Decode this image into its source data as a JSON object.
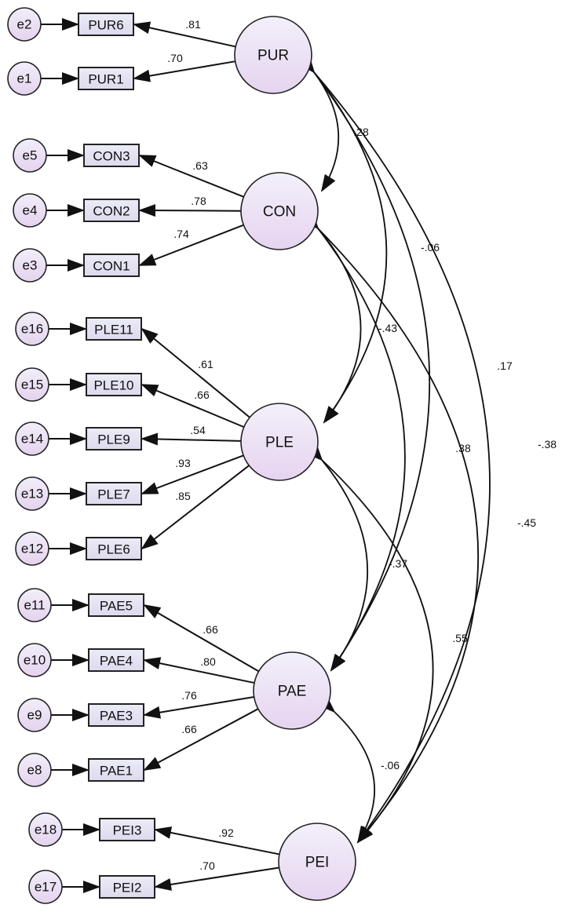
{
  "latents": [
    {
      "id": "PUR",
      "label": "PUR"
    },
    {
      "id": "CON",
      "label": "CON"
    },
    {
      "id": "PLE",
      "label": "PLE"
    },
    {
      "id": "PAE",
      "label": "PAE"
    },
    {
      "id": "PEI",
      "label": "PEI"
    }
  ],
  "indicators": [
    {
      "label": "PUR6",
      "error": "e2",
      "latent": "PUR",
      "loading": ".81"
    },
    {
      "label": "PUR1",
      "error": "e1",
      "latent": "PUR",
      "loading": ".70"
    },
    {
      "label": "CON3",
      "error": "e5",
      "latent": "CON",
      "loading": ".63"
    },
    {
      "label": "CON2",
      "error": "e4",
      "latent": "CON",
      "loading": ".78"
    },
    {
      "label": "CON1",
      "error": "e3",
      "latent": "CON",
      "loading": ".74"
    },
    {
      "label": "PLE11",
      "error": "e16",
      "latent": "PLE",
      "loading": ".61"
    },
    {
      "label": "PLE10",
      "error": "e15",
      "latent": "PLE",
      "loading": ".66"
    },
    {
      "label": "PLE9",
      "error": "e14",
      "latent": "PLE",
      "loading": ".54"
    },
    {
      "label": "PLE7",
      "error": "e13",
      "latent": "PLE",
      "loading": ".93"
    },
    {
      "label": "PLE6",
      "error": "e12",
      "latent": "PLE",
      "loading": ".85"
    },
    {
      "label": "PAE5",
      "error": "e11",
      "latent": "PAE",
      "loading": ".66"
    },
    {
      "label": "PAE4",
      "error": "e10",
      "latent": "PAE",
      "loading": ".80"
    },
    {
      "label": "PAE3",
      "error": "e9",
      "latent": "PAE",
      "loading": ".76"
    },
    {
      "label": "PAE1",
      "error": "e8",
      "latent": "PAE",
      "loading": ".66"
    },
    {
      "label": "PEI3",
      "error": "e18",
      "latent": "PEI",
      "loading": ".92"
    },
    {
      "label": "PEI2",
      "error": "e17",
      "latent": "PEI",
      "loading": ".70"
    }
  ],
  "covariances": [
    {
      "from": "PUR",
      "to": "CON",
      "value": ".28"
    },
    {
      "from": "PUR",
      "to": "PLE",
      "value": "-.06"
    },
    {
      "from": "PUR",
      "to": "PAE",
      "value": ".17"
    },
    {
      "from": "PUR",
      "to": "PEI",
      "value": "-.38"
    },
    {
      "from": "CON",
      "to": "PLE",
      "value": "-.43"
    },
    {
      "from": "CON",
      "to": "PAE",
      "value": ".38"
    },
    {
      "from": "CON",
      "to": "PEI",
      "value": "-.45"
    },
    {
      "from": "PLE",
      "to": "PAE",
      "value": "-.37"
    },
    {
      "from": "PLE",
      "to": "PEI",
      "value": ".55"
    },
    {
      "from": "PAE",
      "to": "PEI",
      "value": "-.06"
    }
  ],
  "colors": {
    "node_fill_top": "#f4f0fb",
    "node_fill_bottom": "#e6d6f0",
    "rect_fill": "#e4e2f2",
    "stroke": "#111111"
  }
}
